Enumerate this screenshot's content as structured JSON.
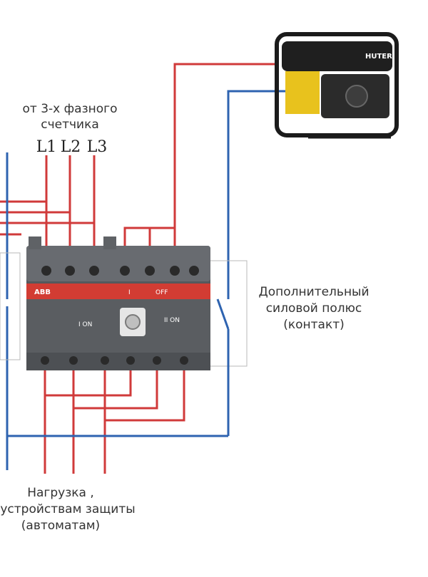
{
  "labels": {
    "source_line1": "от 3-х фазного",
    "source_line2": "счетчика",
    "phase_l1": "L1",
    "phase_l2": "L2",
    "phase_l3": "L3",
    "contact_line1": "Дополнительный",
    "contact_line2": "силовой полюс",
    "contact_line3": "(контакт)",
    "load_line1": "Нагрузка ,",
    "load_line2": "устройствам защиты",
    "load_line3": "(автоматам)"
  },
  "switch": {
    "brand": "ABB",
    "position_mark_1": "I",
    "off_label": "OFF",
    "left_on_label": "I ON",
    "right_on_label": "II ON"
  },
  "generator": {
    "brand": "HUTER"
  },
  "colors": {
    "phase_wire": "#d03a3a",
    "neutral_wire": "#2e63b0",
    "switch_body": "#55585c",
    "switch_band": "#d23c33",
    "generator_frame": "#1b1b1b",
    "generator_tank": "#e8c21d"
  }
}
